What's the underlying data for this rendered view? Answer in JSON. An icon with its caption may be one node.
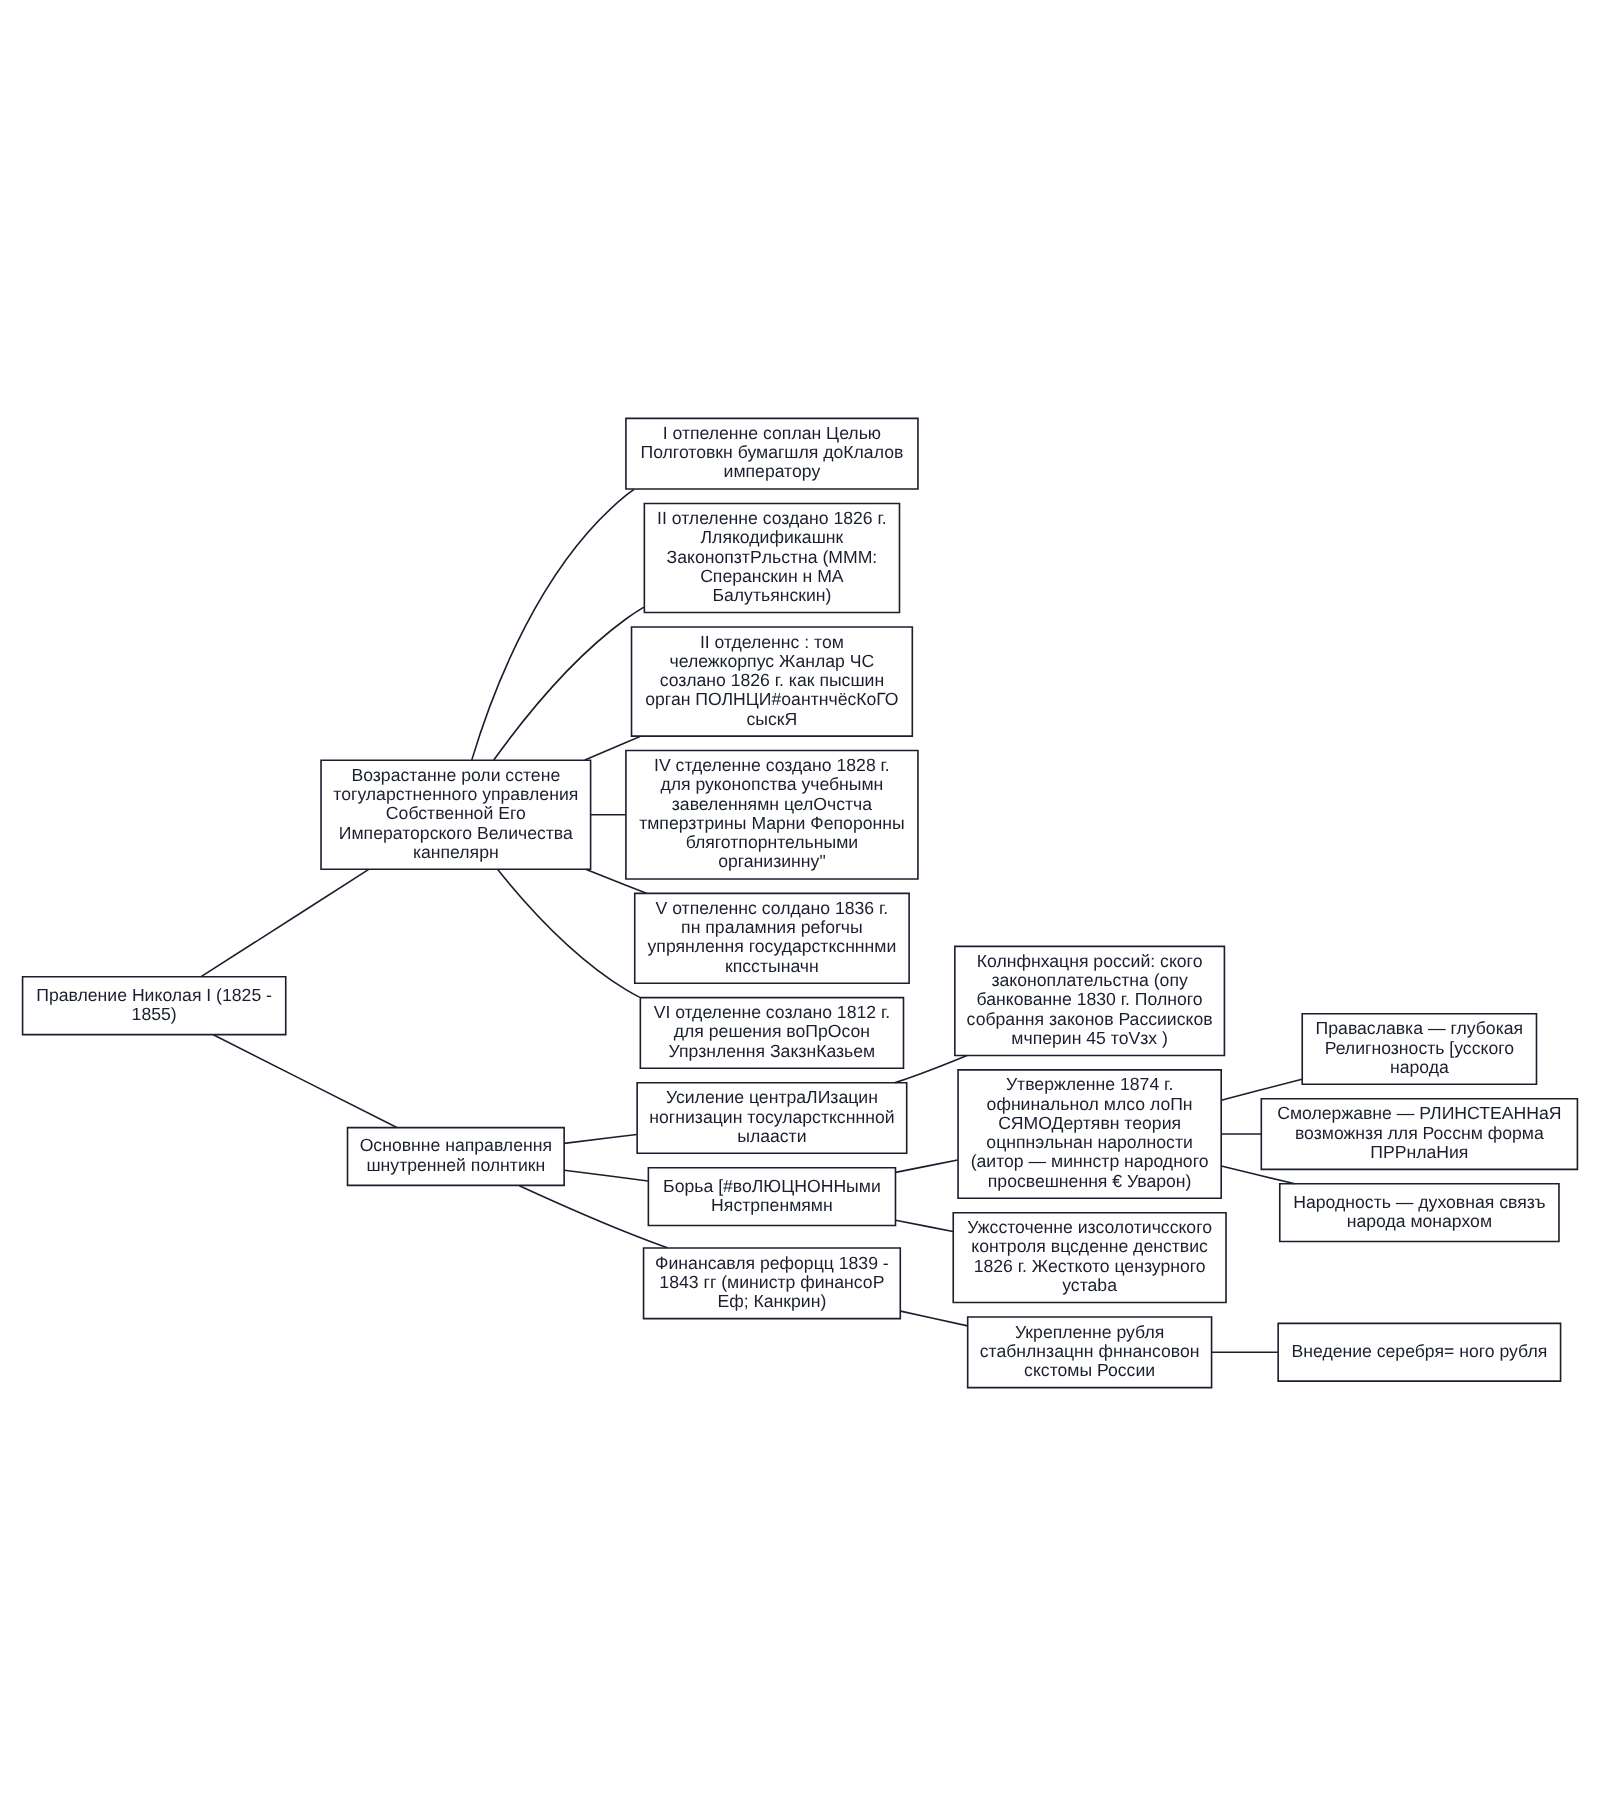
{
  "diagram": {
    "nodes": [
      {
        "text": [
          "Правление Николая I (1825 - 1855)"
        ]
      },
      {
        "text": [
          "Возрастанне роли сстене тогуларстненного управления Собственной Его Императорского Величества канпелярн"
        ]
      },
      {
        "text": [
          "Основнне направлення шнутренней полнтикн"
        ]
      },
      {
        "text": [
          "Усиление центраЛИзацин ногнизацин тосуларстксннной ылаасти"
        ]
      },
      {
        "text": [
          "Борьа [#воЛЮЦНОННыми Нястрпенмямн"
        ]
      },
      {
        "text": [
          "Финансавля рефорцц 1839 - 1843 гг (министр финансоР Еф; Канкрин)"
        ]
      },
      {
        "text": [
          "I отпеленне соплан Целью Полготовкн бумагшля доКлалов императору"
        ]
      },
      {
        "text": [
          "Колнфнхацня россий: ского законоплательстна (опу банкованне 1830 г. Полного собрання законов Рассиисков мчперин 45 тоVзх )"
        ]
      },
      {
        "text": [
          "Укрепленне рубля стабнлнзацнн фннансовон скстомы России"
        ]
      },
      {
        "text": [
          "II отлеленне создано 1826 г. Ллякодификашнк ЗаконопзтРльстна (МММ: Сперанскин н МА Балутьянскин)"
        ]
      },
      {
        "text": [
          "Внедение серебря= ного рубля"
        ]
      },
      {
        "text": [
          "II отделеннс : том чележкорпус Жанлар ЧС созлано 1826 г. как пысшин орган ПОЛНЦИ#оантнчёсКоГО сыскЯ"
        ]
      },
      {
        "text": [
          "Утвержленне 1874 г. офнинальнол млсо лоПн СЯМОДертявн теория оцнпнэльнан наролности (аитор — миннстр народного просвешнення € Уварон)"
        ]
      },
      {
        "text": [
          "Ужссточенне изсолотичсского контроля вцсденне денствис 1826 г. Жесткото цензурного устаba"
        ]
      },
      {
        "text": [
          "IV стделенне создано 1828 г. для руконопства учебнымн завеленнямн целОчстча тмперзтрины Марни Фепоронны бляготпорнтельными организинну\""
        ]
      },
      {
        "text": [
          "Праваславка — глубокая Религнозность [усского народа"
        ]
      },
      {
        "text": [
          "Смолержавне — РЛИНСТЕАННаЯ возможнзя лля Росснм форма ПРРнлаНия"
        ]
      },
      {
        "text": [
          "V отпеленнс солдано 1836 г. пн праламния реforчы упрянлення государсткснннми кпсстыначн"
        ]
      },
      {
        "text": [
          "Народность — духовная связъ народа монархом"
        ]
      },
      {
        "text": [
          "VI отделенне созлано 1812 г. для решения воПрОсон Упрзнлення ЗакзнКазьем"
        ]
      }
    ],
    "edges": [
      {
        "from": 0,
        "to": 1,
        "arrow": "none"
      },
      {
        "from": 0,
        "to": 2,
        "arrow": "none"
      },
      {
        "from": 2,
        "to": 3,
        "arrow": "none"
      },
      {
        "from": 2,
        "to": 4,
        "arrow": "none"
      },
      {
        "from": 2,
        "to": 5,
        "arrow": "none"
      },
      {
        "from": 1,
        "to": 6,
        "arrow": "none"
      },
      {
        "from": 3,
        "to": 7,
        "arrow": "none"
      },
      {
        "from": 5,
        "to": 8,
        "arrow": "none"
      },
      {
        "from": 1,
        "to": 9,
        "arrow": "none"
      },
      {
        "from": 8,
        "to": 10,
        "arrow": "none"
      },
      {
        "from": 1,
        "to": 11,
        "arrow": "none"
      },
      {
        "from": 4,
        "to": 12,
        "arrow": "none"
      },
      {
        "from": 4,
        "to": 13,
        "arrow": "none"
      },
      {
        "from": 1,
        "to": 14,
        "arrow": "none"
      },
      {
        "from": 12,
        "to": 15,
        "arrow": "none"
      },
      {
        "from": 12,
        "to": 16,
        "arrow": "none"
      },
      {
        "from": 1,
        "to": 17,
        "arrow": "none"
      },
      {
        "from": 12,
        "to": 18,
        "arrow": "none"
      },
      {
        "from": 1,
        "to": 19,
        "arrow": "none"
      }
    ]
  }
}
